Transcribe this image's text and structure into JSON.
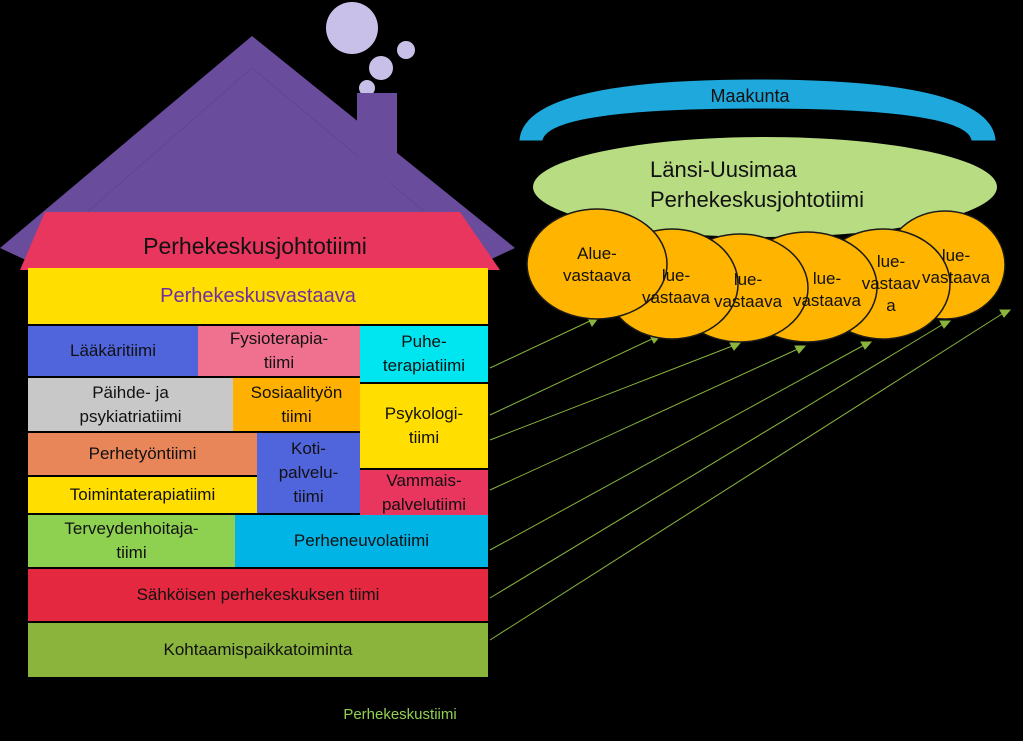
{
  "house": {
    "roof_title": "Perhekeskusjohtotiimi",
    "head": "Perhekeskusvastaava",
    "teams": {
      "laakari": "Lääkäritiimi",
      "fysio": "Fysioterapia-\ntiimi",
      "puhe": "Puhe-\nterapiatiimi",
      "paihde": "Päihde- ja\npsykiatriatiimi",
      "sosiaali": "Sosiaalityön\ntiimi",
      "psykologi": "Psykologi-\ntiimi",
      "perhetyo": "Perhetyöntiimi",
      "koti": "Koti-\npalvelu-\ntiimi",
      "vammais": "Vammais-\npalvelutiimi",
      "toiminta": "Toimintaterapiatiimi",
      "terveys": "Terveydenhoitaja-\ntiimi",
      "neuvola": "Perheneuvolatiimi",
      "sahkoinen": "Sähköisen perhekeskuksen tiimi",
      "kohtaamis": "Kohtaamispaikkatoiminta"
    },
    "caption": "Perhekeskustiimi"
  },
  "region": {
    "maakunta": "Maakunta",
    "lansi": "Länsi-Uusimaa\nPerhekeskusjohtotiimi",
    "alue": [
      "Alue-\nvastaava",
      "lue-\nvastaava",
      "lue-\nvastaava",
      "lue-\nvastaava",
      "lue-\nvastaav\na",
      "lue-\nvastaava"
    ]
  },
  "colors": {
    "roof": "#6a4c9c",
    "band": "#e8365e",
    "yellow": "#ffde00",
    "blue": "#5064dc",
    "pink": "#f07090",
    "cyan": "#00e6f0",
    "gray": "#c8c8c8",
    "orange": "#ffb000",
    "salmon": "#e8865a",
    "green": "#8ed050",
    "teal": "#00b4e6",
    "red": "#e42840",
    "olive": "#8ab43c",
    "arc": "#1fa8dc",
    "ellipse": "#b8dc82",
    "alue": "#ffb400"
  }
}
